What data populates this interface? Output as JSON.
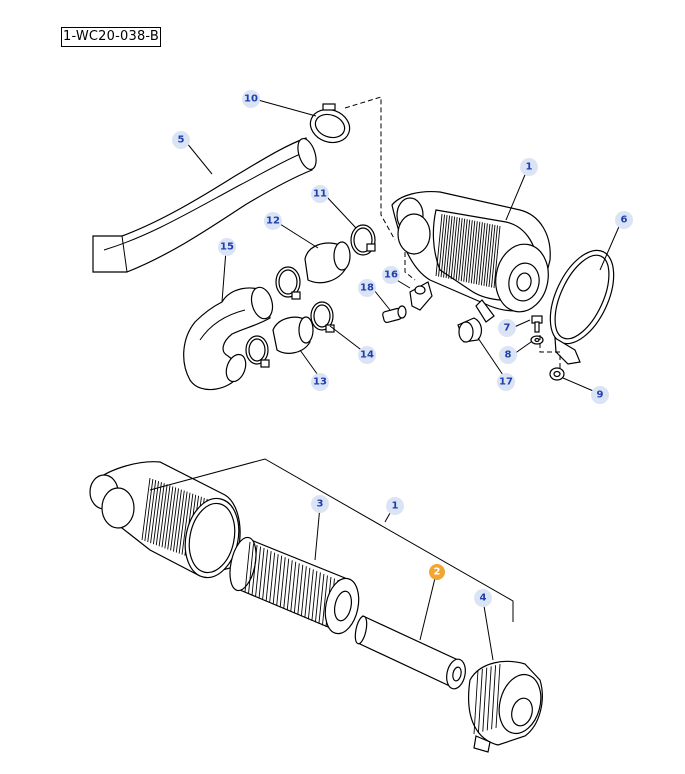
{
  "diagram": {
    "title": "1-WC20-038-B",
    "callouts": [
      "1",
      "2",
      "3",
      "4",
      "5",
      "6",
      "7",
      "8",
      "9",
      "10",
      "11",
      "12",
      "13",
      "14",
      "15",
      "16",
      "17",
      "18"
    ],
    "callout_colors": {
      "bubble": "#dbe4f5",
      "text": "#1f3fae",
      "highlight_bubble": "#f0a630",
      "highlight_text": "#ffffff"
    }
  }
}
